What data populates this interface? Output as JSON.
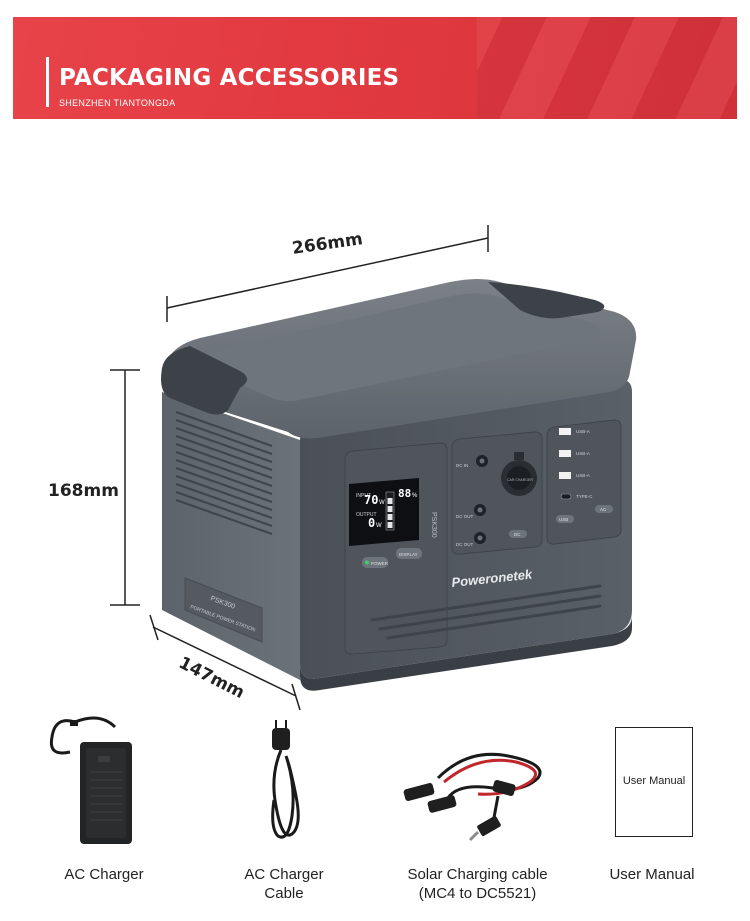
{
  "banner": {
    "title": "PACKAGING ACCESSORIES",
    "subtitle": "SHENZHEN TIANTONGDA",
    "color": "#e23a40"
  },
  "dimensions": {
    "width": "266mm",
    "height": "168mm",
    "depth": "147mm"
  },
  "product": {
    "brand": "Poweronetek",
    "model": "PSK300",
    "side_plate_model": "PSK300",
    "side_plate_caption": "PORTABLE POWER STATION",
    "display": {
      "input_label": "INPUT",
      "input_value": "70",
      "output_label": "OUTPUT",
      "output_value": "0",
      "unit": "W",
      "battery_value": "88",
      "percent_symbol": "%"
    },
    "buttons": {
      "power": "POWER",
      "display": "DISPLAY",
      "dc": "DC",
      "usb": "USB",
      "ac": "AC"
    },
    "ports": {
      "dc_in": "DC IN",
      "dc_out_1": "DC OUT",
      "dc_out_2": "DC OUT",
      "car_outlet": "CAR CHARGER",
      "usb_a_1": "USB-A",
      "usb_a_2": "USB-A",
      "usb_a_3": "USB-A",
      "type_c": "TYPE-C"
    }
  },
  "accessories": [
    {
      "label": "AC Charger",
      "icon": "ac-charger-icon"
    },
    {
      "label_line1": "AC Charger",
      "label_line2": "Cable",
      "icon": "power-cable-icon"
    },
    {
      "label_line1": "Solar Charging cable",
      "label_line2": "(MC4 to DC5521)",
      "icon": "solar-cable-icon"
    },
    {
      "label": "User Manual",
      "icon": "manual-icon",
      "cover_text": "User Manual"
    }
  ]
}
